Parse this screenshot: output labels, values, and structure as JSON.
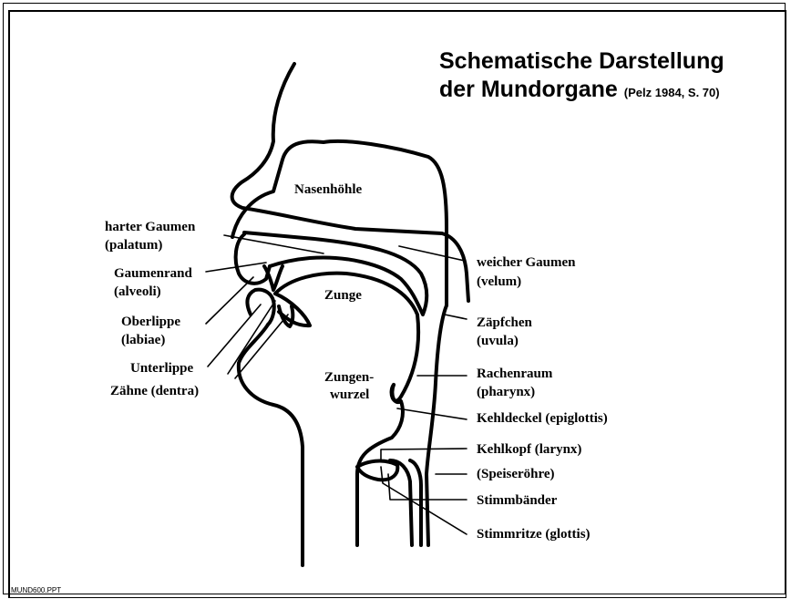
{
  "title": {
    "line1": "Schematische Darstellung",
    "line2": "der Mundorgane",
    "citation": "(Pelz 1984, S. 70)"
  },
  "labels": {
    "nasenhoehle": "Nasenhöhle",
    "harter_gaumen": "harter Gaumen",
    "palatum": "(palatum)",
    "gaumenrand": "Gaumenrand",
    "alveoli": "(alveoli)",
    "oberlippe": "Oberlippe",
    "labiae": "(labiae)",
    "unterlippe": "Unterlippe",
    "zaehne": "Zähne (dentra)",
    "zunge": "Zunge",
    "zungen": "Zungen-",
    "wurzel": "wurzel",
    "weicher_gaumen": "weicher Gaumen",
    "velum": "(velum)",
    "zaepfchen": "Zäpfchen",
    "uvula": "(uvula)",
    "rachenraum": "Rachenraum",
    "pharynx": "(pharynx)",
    "kehldeckel": "Kehldeckel (epiglottis)",
    "kehlkopf": "Kehlkopf  (larynx)",
    "speiseroehre": "(Speiseröhre)",
    "stimmbaender": "Stimmbänder",
    "stimmritze": "Stimmritze (glottis)"
  },
  "footer": "MUND600.PPT"
}
